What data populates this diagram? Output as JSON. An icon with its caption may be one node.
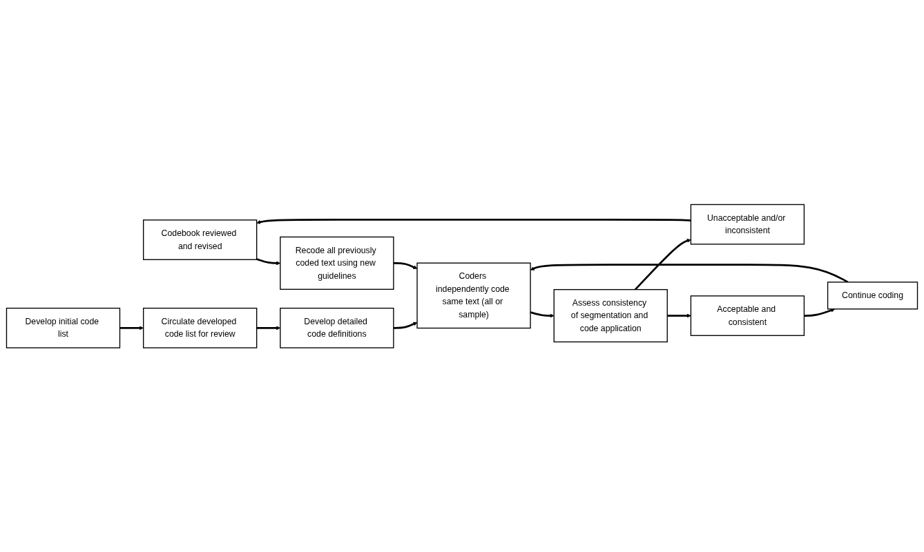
{
  "diagram": {
    "nodes": [
      {
        "text": [
          "Codebook reviewed and revised"
        ]
      },
      {
        "text": [
          "Recode all previously coded text using new guidelines"
        ]
      },
      {
        "text": [
          "Unacceptable and/or inconsistent"
        ]
      },
      {
        "text": [
          "Develop initial code list"
        ]
      },
      {
        "text": [
          "Circulate developed code list for review"
        ]
      },
      {
        "text": [
          "Develop detailed code definitions"
        ]
      },
      {
        "text": [
          "Coders independently code same text (all or sample)"
        ]
      },
      {
        "text": [
          "Assess consistency of segmentation and code application"
        ]
      },
      {
        "text": [
          "Continue coding"
        ]
      },
      {
        "text": [
          "Acceptable and consistent"
        ]
      }
    ],
    "edges": [
      {
        "from": 3,
        "to": 4,
        "arrow": "to"
      },
      {
        "from": 4,
        "to": 5,
        "arrow": "to"
      },
      {
        "from": 5,
        "to": 6,
        "arrow": "to"
      },
      {
        "from": 6,
        "to": 7,
        "arrow": "to"
      },
      {
        "from": 7,
        "to": 2,
        "arrow": "to"
      },
      {
        "from": 2,
        "to": 0,
        "arrow": "to"
      },
      {
        "from": 0,
        "to": 1,
        "arrow": "to"
      },
      {
        "from": 1,
        "to": 6,
        "arrow": "to"
      },
      {
        "from": 7,
        "to": 9,
        "arrow": "to"
      },
      {
        "from": 9,
        "to": 8,
        "arrow": "to"
      },
      {
        "from": 8,
        "to": 6,
        "arrow": "to"
      }
    ]
  }
}
